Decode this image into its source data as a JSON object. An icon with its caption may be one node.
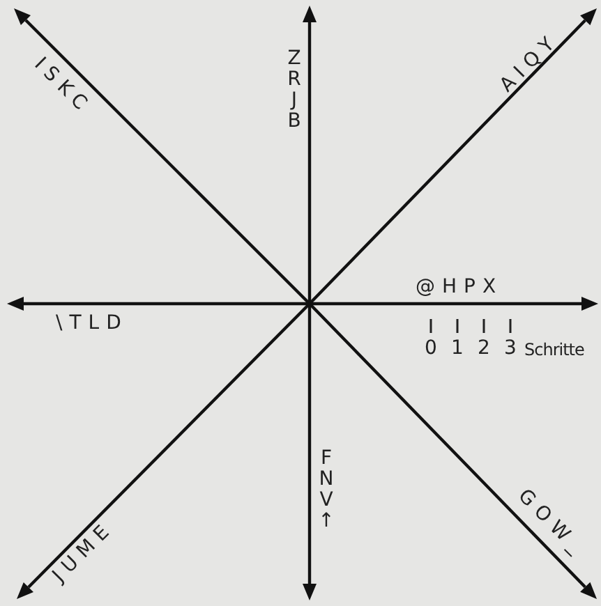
{
  "diagram": {
    "labels": [
      "ISKC",
      "ZRJB",
      "AIQY",
      "@HPX",
      "\\TLD",
      "0",
      "1",
      "2",
      "3",
      "Schritte",
      "GOW_",
      "FNV↑",
      "JUME"
    ]
  }
}
